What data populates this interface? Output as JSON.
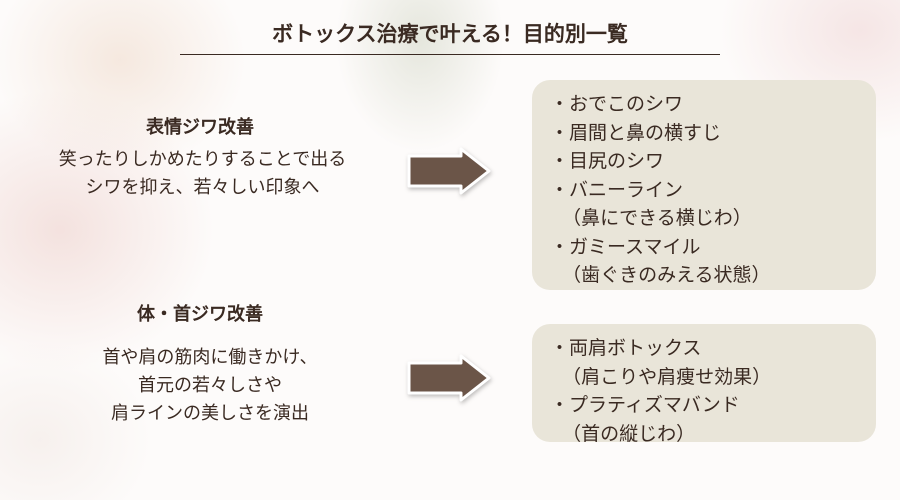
{
  "title": "ボトックス治療で叶える！目的別一覧",
  "sections": [
    {
      "heading": "表情ジワ改善",
      "description": [
        "笑ったりしかめたりすることで出る",
        "シワを抑え、若々しい印象へ"
      ],
      "items": [
        "・おでこのシワ",
        "・眉間と鼻の横すじ",
        "・目尻のシワ",
        "・バニーライン",
        "  （鼻にできる横じわ）",
        "・ガミースマイル",
        "  （歯ぐきのみえる状態）"
      ]
    },
    {
      "heading": "体・首ジワ改善",
      "description": [
        "首や肩の筋肉に働きかけ、",
        "首元の若々しさや",
        "肩ラインの美しさを演出"
      ],
      "items": [
        "・両肩ボトックス",
        "  （肩こりや肩痩せ効果）",
        "・プラティズマバンド",
        "  （首の縦じわ）"
      ]
    }
  ],
  "colors": {
    "text": "#3a2a22",
    "box": "#e9e5d9",
    "arrow": "#6b5548"
  },
  "icons": [
    "arrow-right-icon"
  ]
}
